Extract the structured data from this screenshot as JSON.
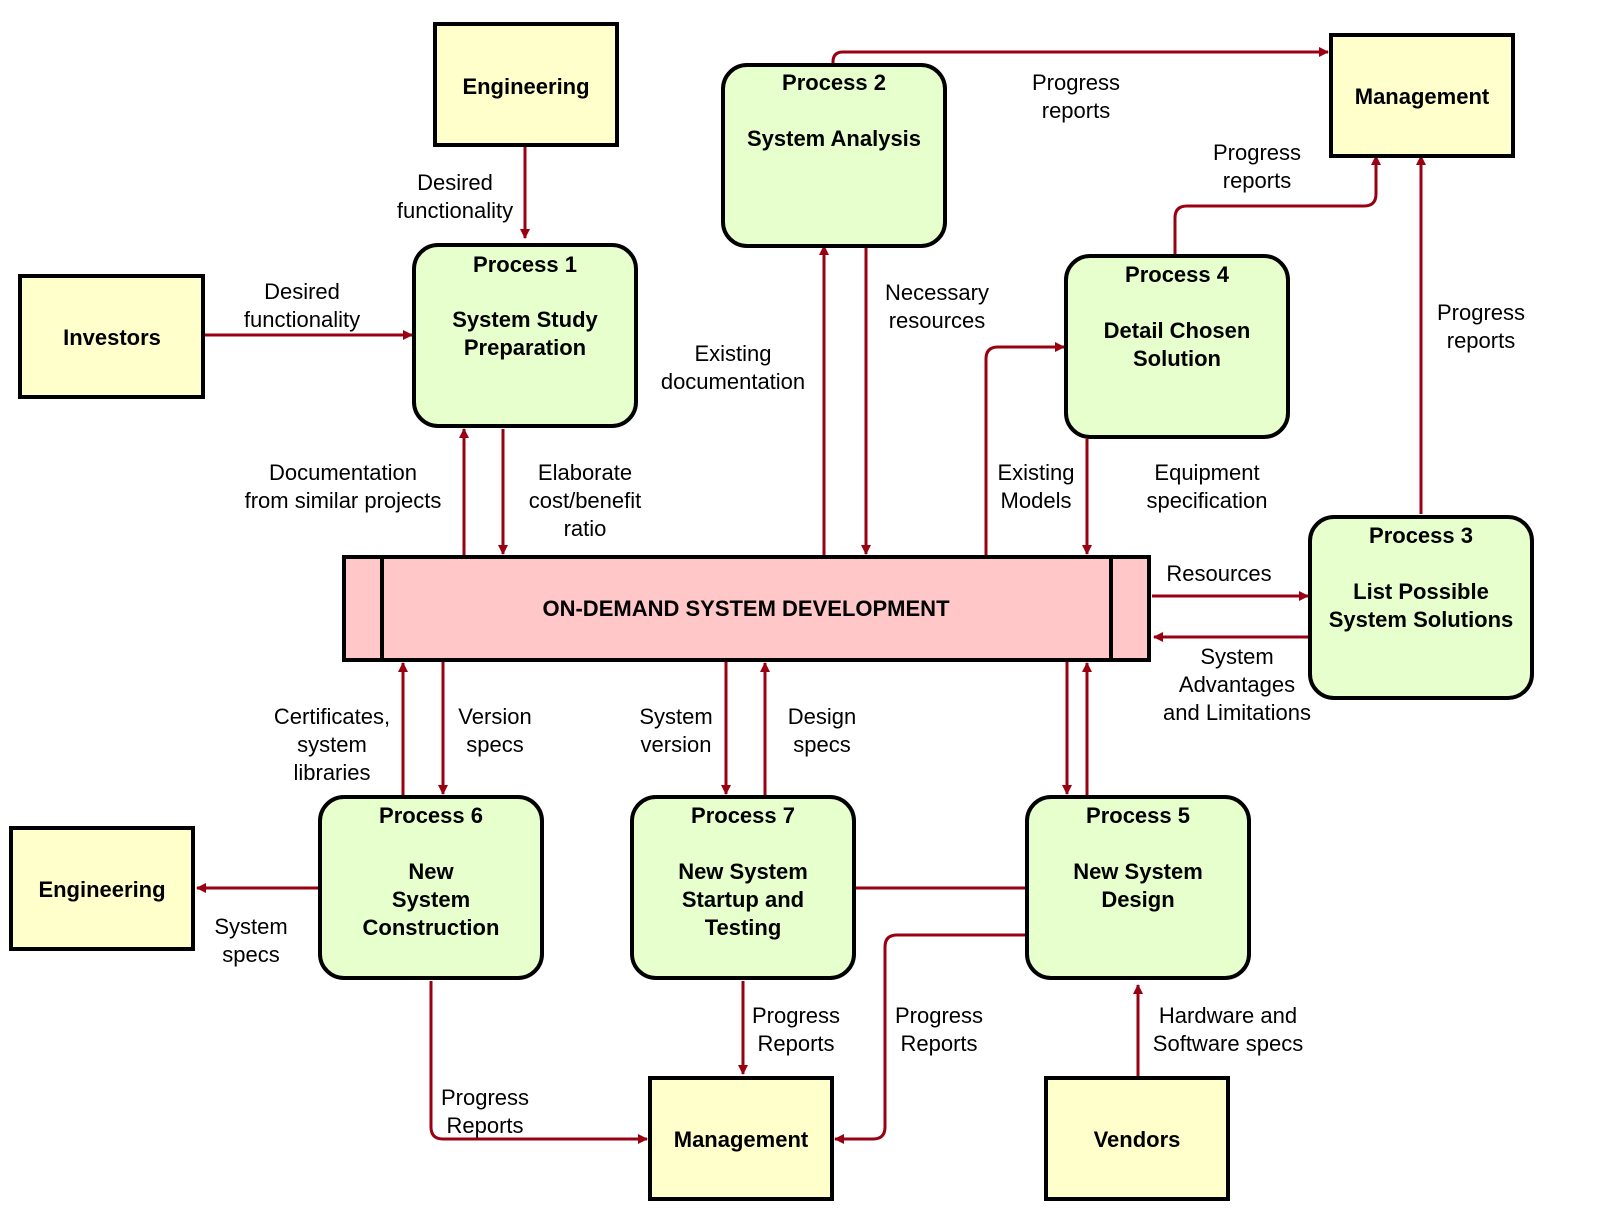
{
  "colors": {
    "entity_fill": "#ffffcc",
    "process_fill": "#e6ffcc",
    "store_fill": "#ffc7c7",
    "arrow": "#990011",
    "border": "#000000"
  },
  "entities": {
    "engineering_top": "Engineering",
    "investors": "Investors",
    "management_top": "Management",
    "engineering_left": "Engineering",
    "management_bottom": "Management",
    "vendors": "Vendors"
  },
  "store": {
    "title": "ON-DEMAND SYSTEM DEVELOPMENT"
  },
  "processes": {
    "p1": {
      "number": "Process 1",
      "name": [
        "System Study",
        "Preparation"
      ]
    },
    "p2": {
      "number": "Process 2",
      "name": [
        "System Analysis"
      ]
    },
    "p3": {
      "number": "Process 3",
      "name": [
        "List Possible",
        "System Solutions"
      ]
    },
    "p4": {
      "number": "Process 4",
      "name": [
        "Detail Chosen",
        "Solution"
      ]
    },
    "p5": {
      "number": "Process 5",
      "name": [
        "New System",
        "Design"
      ]
    },
    "p6": {
      "number": "Process 6",
      "name": [
        "New",
        "System",
        "Construction"
      ]
    },
    "p7": {
      "number": "Process 7",
      "name": [
        "New System",
        "Startup and",
        "Testing"
      ]
    }
  },
  "flows": {
    "desired_functionality_eng": [
      "Desired",
      "functionality"
    ],
    "desired_functionality_inv": [
      "Desired",
      "functionality"
    ],
    "progress_reports_p2": [
      "Progress",
      "reports"
    ],
    "progress_reports_p4": [
      "Progress",
      "reports"
    ],
    "progress_reports_p3": [
      "Progress",
      "reports"
    ],
    "necessary_resources": [
      "Necessary",
      "resources"
    ],
    "existing_documentation": [
      "Existing",
      "documentation"
    ],
    "documentation_similar": [
      "Documentation",
      "from similar projects"
    ],
    "elaborate_cost": [
      "Elaborate",
      "cost/benefit",
      "ratio"
    ],
    "existing_models": [
      "Existing",
      "Models"
    ],
    "equipment_spec": [
      "Equipment",
      "specification"
    ],
    "resources": [
      "Resources"
    ],
    "system_adv_lim": [
      "System",
      "Advantages",
      "and Limitations"
    ],
    "certificates": [
      "Certificates,",
      "system",
      "libraries"
    ],
    "version_specs": [
      "Version",
      "specs"
    ],
    "system_version": [
      "System",
      "version"
    ],
    "design_specs": [
      "Design",
      "specs"
    ],
    "system_specs": [
      "System",
      "specs"
    ],
    "progress_reports_p6": [
      "Progress",
      "Reports"
    ],
    "progress_reports_p7": [
      "Progress",
      "Reports"
    ],
    "progress_reports_p5": [
      "Progress",
      "Reports"
    ],
    "hw_sw_specs": [
      "Hardware and",
      "Software specs"
    ]
  }
}
